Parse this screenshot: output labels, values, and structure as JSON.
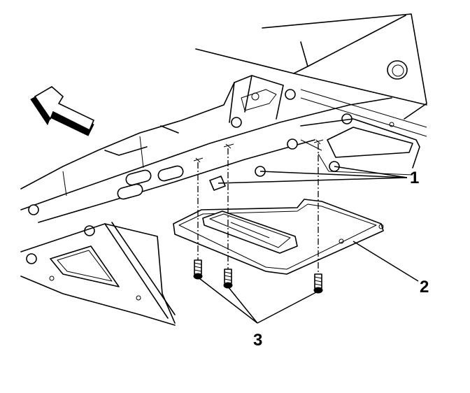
{
  "callouts": [
    {
      "id": "1",
      "text": "1"
    },
    {
      "id": "2",
      "text": "2"
    },
    {
      "id": "3",
      "text": "3"
    }
  ],
  "colors": {
    "line": "#000000",
    "background": "#ffffff"
  },
  "icons": [
    "direction-arrow-icon"
  ]
}
